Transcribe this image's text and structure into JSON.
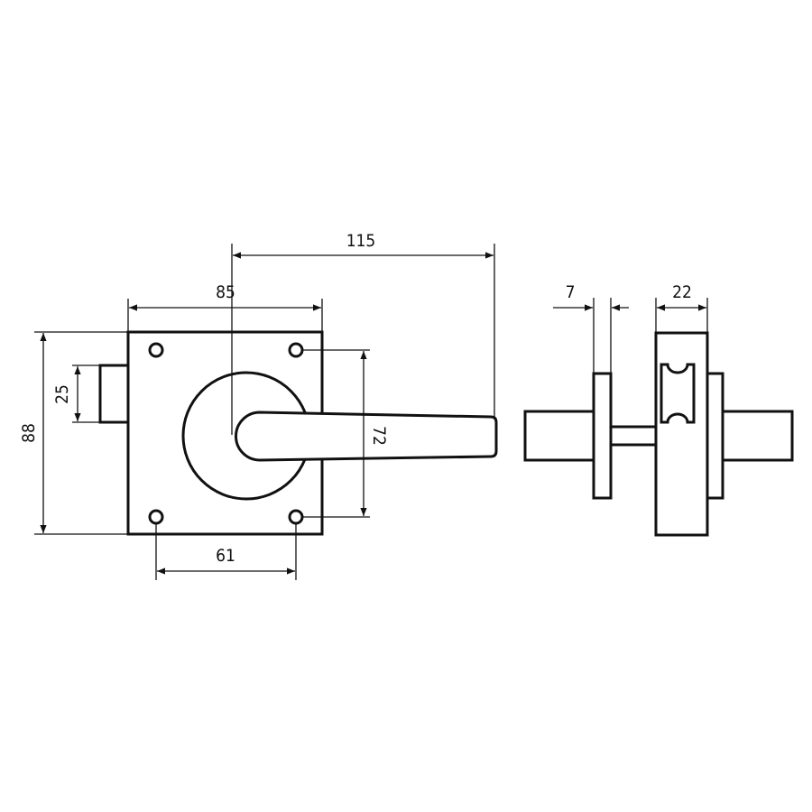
{
  "title": "Lever handle with latch lock — dimensional drawing",
  "dimensions": {
    "lever_length": "115",
    "plate_width": "85",
    "plate_height": "88",
    "latch_height": "25",
    "hole_vertical_spacing": "72",
    "hole_horizontal_spacing": "61",
    "rosette_thickness": "7",
    "case_thickness": "22"
  },
  "colors": {
    "line": "#111111",
    "background": "#ffffff"
  }
}
